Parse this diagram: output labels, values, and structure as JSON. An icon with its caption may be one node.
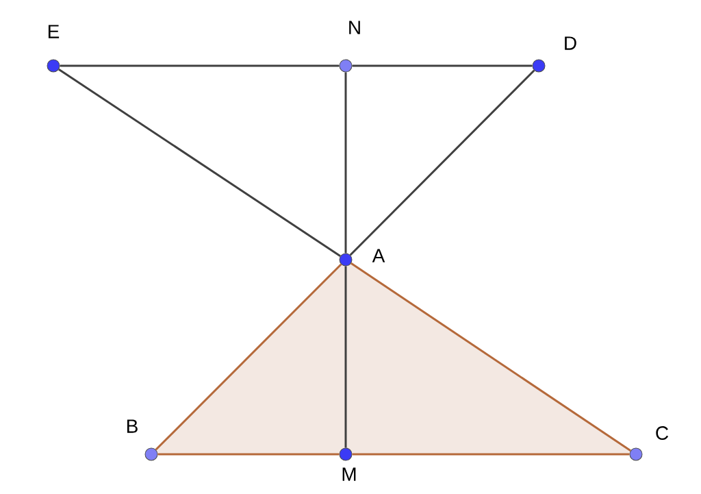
{
  "diagram": {
    "nodes": [
      {
        "text": [],
        "shape": "circle",
        "beside": [
          "E"
        ]
      },
      {
        "text": [],
        "shape": "circle",
        "beside": [
          "N"
        ]
      },
      {
        "text": [],
        "shape": "circle",
        "beside": [
          "D"
        ]
      },
      {
        "text": [],
        "shape": "circle",
        "beside": [
          "A"
        ]
      },
      {
        "text": [],
        "shape": "circle",
        "beside": [
          "B"
        ]
      },
      {
        "text": [],
        "shape": "circle",
        "beside": [
          "M"
        ]
      },
      {
        "text": [],
        "shape": "circle",
        "beside": [
          "C"
        ]
      }
    ],
    "edges": [
      {
        "from": 0,
        "to": 1,
        "arrow": "none"
      },
      {
        "from": 1,
        "to": 2,
        "arrow": "none"
      },
      {
        "from": 0,
        "to": 3,
        "arrow": "none"
      },
      {
        "from": 1,
        "to": 3,
        "arrow": "none"
      },
      {
        "from": 2,
        "to": 3,
        "arrow": "none"
      },
      {
        "from": 3,
        "to": 4,
        "arrow": "none",
        "color": "#b5693a"
      },
      {
        "from": 3,
        "to": 6,
        "arrow": "none",
        "color": "#b5693a"
      },
      {
        "from": 4,
        "to": 5,
        "arrow": "none",
        "color": "#b5693a"
      },
      {
        "from": 5,
        "to": 6,
        "arrow": "none",
        "color": "#b5693a"
      },
      {
        "from": 3,
        "to": 5,
        "arrow": "none"
      }
    ]
  }
}
